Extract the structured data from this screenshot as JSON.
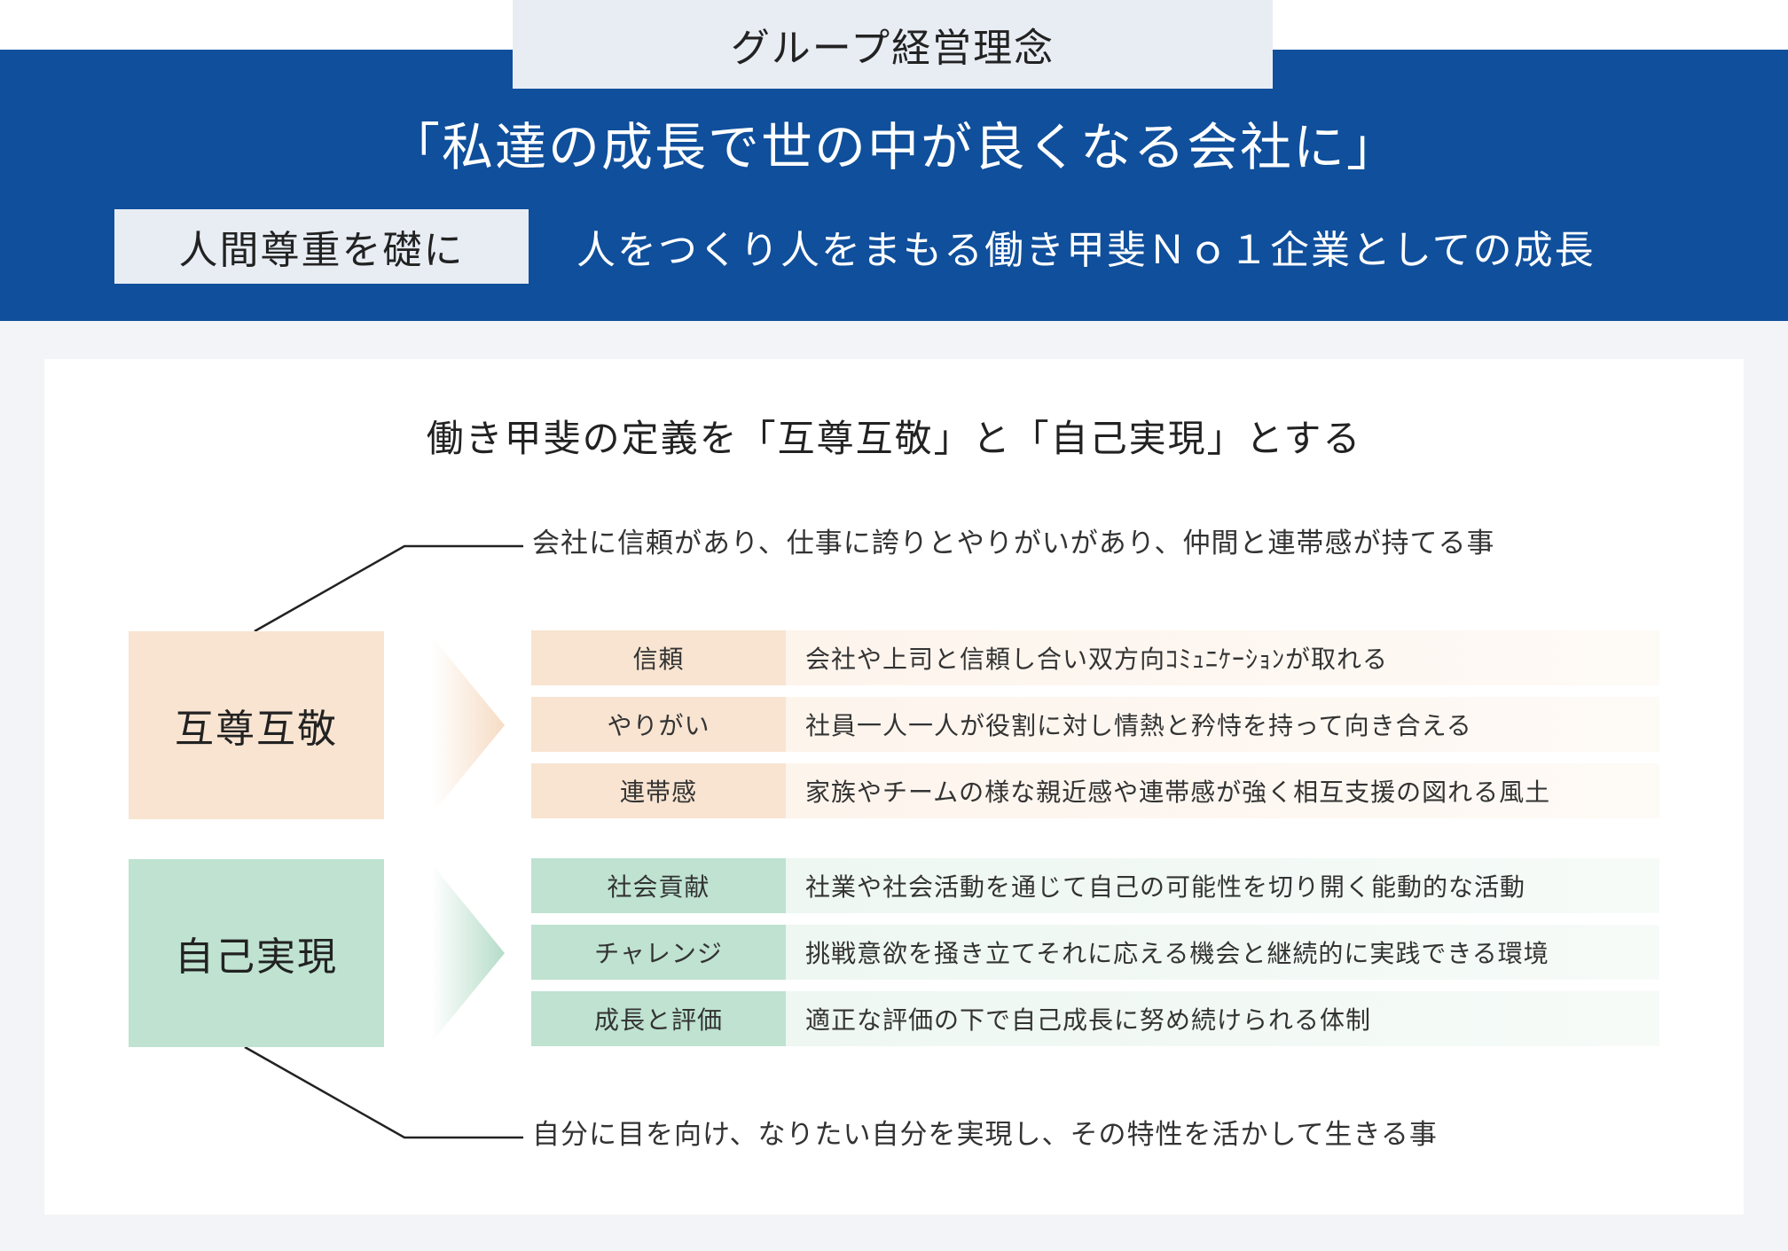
{
  "header": {
    "tab_title": "グループ経営理念",
    "motto": "「私達の成長で世の中が良くなる会社に」",
    "foundation": "人間尊重を礎に",
    "growth": "人をつくり人をまもる働き甲斐Ｎｏ１企業としての成長"
  },
  "definition": {
    "title": "働き甲斐の定義を「互尊互敬」と「自己実現」とする",
    "mutual_respect": {
      "label": "互尊互敬",
      "summary": "会社に信頼があり、仕事に誇りとやりがいがあり、仲間と連帯感が持てる事",
      "items": [
        {
          "label": "信頼",
          "desc": "会社や上司と信頼し合い双方向ｺﾐｭﾆｹｰｼｮﾝが取れる"
        },
        {
          "label": "やりがい",
          "desc": "社員一人一人が役割に対し情熱と矜恃を持って向き合える"
        },
        {
          "label": "連帯感",
          "desc": "家族やチームの様な親近感や連帯感が強く相互支援の図れる風土"
        }
      ]
    },
    "self_realization": {
      "label": "自己実現",
      "summary": "自分に目を向け、なりたい自分を実現し、その特性を活かして生きる事",
      "items": [
        {
          "label": "社会貢献",
          "desc": "社業や社会活動を通じて自己の可能性を切り開く能動的な活動"
        },
        {
          "label": "チャレンジ",
          "desc": "挑戦意欲を掻き立てそれに応える機会と継続的に実践できる環境"
        },
        {
          "label": "成長と評価",
          "desc": "適正な評価の下で自己成長に努め続けられる体制"
        }
      ]
    }
  },
  "colors": {
    "banner": "#0f4f9c",
    "mutual_respect": "#f8e4d1",
    "self_realization": "#bfe2d1"
  }
}
